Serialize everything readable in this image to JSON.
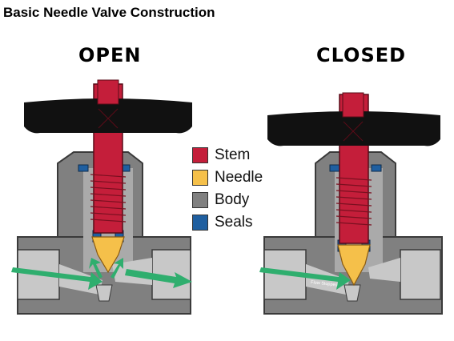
{
  "title": "Basic Needle Valve Construction",
  "states": {
    "open": "OPEN",
    "closed": "CLOSED"
  },
  "legend": [
    {
      "label": "Stem",
      "color": "#c41e3a"
    },
    {
      "label": "Needle",
      "color": "#f5c04a"
    },
    {
      "label": "Body",
      "color": "#808080"
    },
    {
      "label": "Seals",
      "color": "#1f5fa0"
    }
  ],
  "annotations": {
    "flow_stopped": "Flow Stopped"
  },
  "colors": {
    "handle": "#111111",
    "flow_arrow": "#2fae6e",
    "port_interior": "#c8c8c8",
    "body_outline": "#3a3a3a"
  }
}
